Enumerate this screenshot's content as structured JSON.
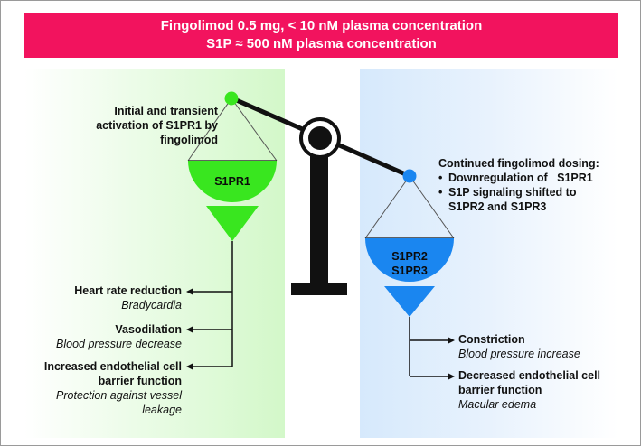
{
  "header": {
    "line1": "Fingolimod 0.5 mg, < 10 nM plasma concentration",
    "line2": "S1P ≈ 500 nM plasma concentration"
  },
  "left": {
    "note": "Initial and transient activation of S1PR1 by fingolimod",
    "bowl_label": "S1PR1",
    "effects": [
      {
        "title": "Heart rate reduction",
        "detail": "Bradycardia"
      },
      {
        "title": "Vasodilation",
        "detail": "Blood pressure decrease"
      },
      {
        "title": "Increased endothelial cell barrier function",
        "detail": "Protection against vessel leakage"
      }
    ]
  },
  "right": {
    "note_title": "Continued fingolimod dosing:",
    "bullets": [
      "Downregulation of   S1PR1",
      "S1P signaling shifted to S1PR2 and S1PR3"
    ],
    "bowl_label_1": "S1PR2",
    "bowl_label_2": "S1PR3",
    "effects": [
      {
        "title": "Constriction",
        "detail": "Blood pressure increase"
      },
      {
        "title": "Decreased endothelial cell barrier function",
        "detail": "Macular edema"
      }
    ]
  },
  "colors": {
    "header": "#f2135e",
    "left_accent": "#39e61f",
    "right_accent": "#1a86f0",
    "scale": "#111111"
  }
}
